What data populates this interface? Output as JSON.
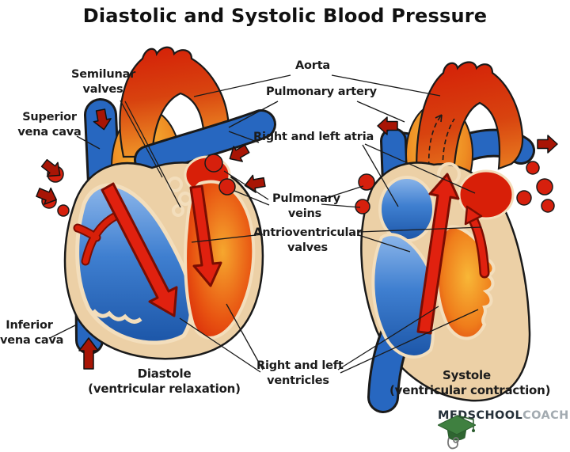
{
  "title": "Diastolic and Systolic Blood Pressure",
  "labels": {
    "semilunar_valves": {
      "line1": "Semilunar",
      "line2": "valves"
    },
    "superior_vena_cava": {
      "line1": "Superior",
      "line2": "vena cava"
    },
    "aorta": {
      "text": "Aorta"
    },
    "pulmonary_artery": {
      "text": "Pulmonary artery"
    },
    "right_left_atria": {
      "text": "Right and left atria"
    },
    "pulmonary_veins": {
      "line1": "Pulmonary",
      "line2": "veins"
    },
    "atrioventricular_valves": {
      "line1": "Antrioventricular",
      "line2": "valves"
    },
    "inferior_vena_cava": {
      "line1": "Inferior",
      "line2": "vena cava"
    },
    "right_left_ventricles": {
      "line1": "Right and left",
      "line2": "ventricles"
    }
  },
  "captions": {
    "diastole": {
      "line1": "Diastole",
      "line2": "(ventricular relaxation)"
    },
    "systole": {
      "line1": "Systole",
      "line2": "(ventricular contraction)"
    }
  },
  "logo": {
    "text_primary": "MEDSCHOOL",
    "text_secondary": "COACH"
  },
  "colors": {
    "red": "#d81f08",
    "dark_red_arrow": "#a81505",
    "orange": "#ef8c22",
    "blue": "#2767c0",
    "light_blue": "#8cb6ea",
    "cream": "#ecd0a6",
    "outline": "#1a1a1a",
    "logo_green": "#3f8040",
    "logo_dark": "#253039",
    "logo_gray": "#a3abb1"
  }
}
